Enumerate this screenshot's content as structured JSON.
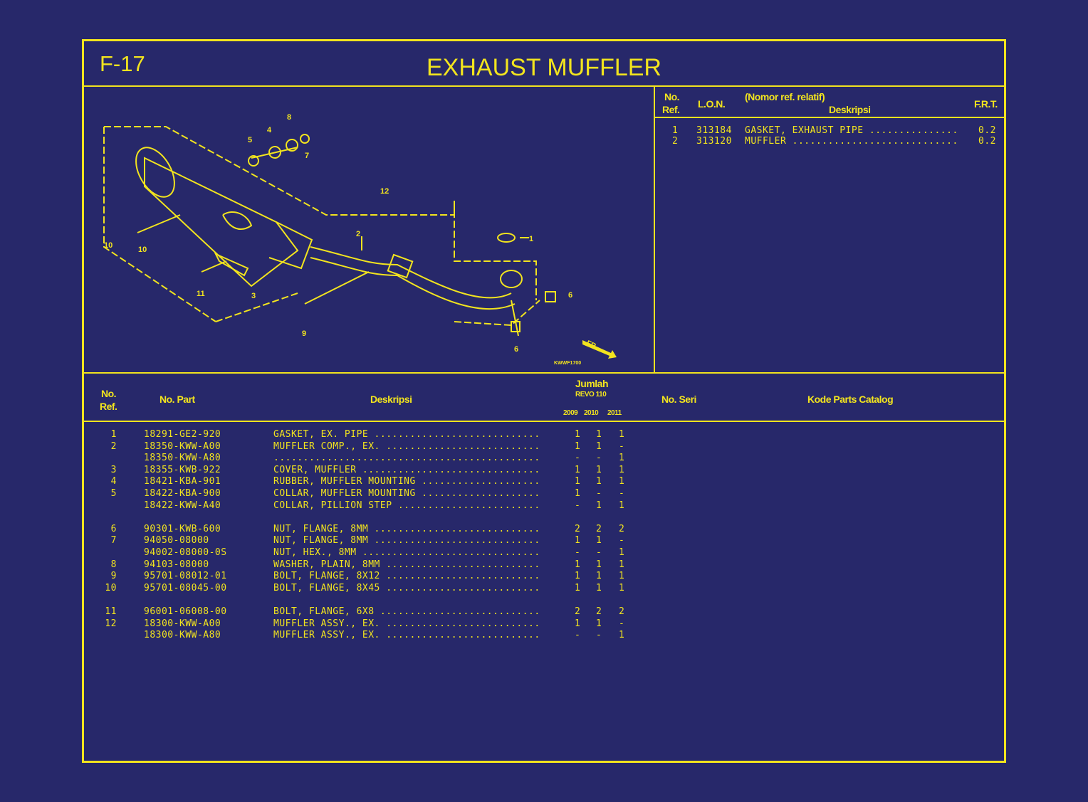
{
  "header": {
    "code": "F-17",
    "title": "EXHAUST MUFFLER"
  },
  "diagram": {
    "callouts": [
      "1",
      "2",
      "3",
      "4",
      "5",
      "6",
      "6",
      "7",
      "8",
      "9",
      "10",
      "11",
      "12"
    ],
    "direction_label": "FR.",
    "figure_code": "KWWF1700"
  },
  "lon_table": {
    "headers": {
      "ref_line1": "No.",
      "ref_line2": "Ref.",
      "lon": "L.O.N.",
      "note": "(Nomor ref. relatif)",
      "desc": "Deskripsi",
      "frt": "F.R.T."
    },
    "rows": [
      {
        "ref": "1",
        "lon": "313184",
        "desc": "GASKET, EXHAUST PIPE",
        "frt": "0.2"
      },
      {
        "ref": "2",
        "lon": "313120",
        "desc": "MUFFLER",
        "frt": "0.2"
      }
    ]
  },
  "parts_table": {
    "headers": {
      "ref_line1": "No.",
      "ref_line2": "Ref.",
      "part": "No. Part",
      "desc": "Deskripsi",
      "qty": "Jumlah",
      "model": "REVO 110",
      "years": [
        "2009",
        "2010",
        "2011"
      ],
      "serial": "No. Seri",
      "catalog": "Kode Parts Catalog"
    },
    "groups": [
      [
        {
          "ref": "1",
          "part": "18291-GE2-920",
          "desc": "GASKET, EX. PIPE",
          "qty": [
            "1",
            "1",
            "1"
          ]
        },
        {
          "ref": "2",
          "part": "18350-KWW-A00",
          "desc": "MUFFLER COMP., EX.",
          "qty": [
            "1",
            "1",
            "-"
          ]
        },
        {
          "ref": "",
          "part": "18350-KWW-A80",
          "desc": "",
          "qty": [
            "-",
            "-",
            "1"
          ]
        },
        {
          "ref": "3",
          "part": "18355-KWB-922",
          "desc": "COVER, MUFFLER",
          "qty": [
            "1",
            "1",
            "1"
          ]
        },
        {
          "ref": "4",
          "part": "18421-KBA-901",
          "desc": "RUBBER, MUFFLER MOUNTING",
          "qty": [
            "1",
            "1",
            "1"
          ]
        },
        {
          "ref": "5",
          "part": "18422-KBA-900",
          "desc": "COLLAR, MUFFLER MOUNTING",
          "qty": [
            "1",
            "-",
            "-"
          ]
        },
        {
          "ref": "",
          "part": "18422-KWW-A40",
          "desc": "COLLAR, PILLION STEP",
          "qty": [
            "-",
            "1",
            "1"
          ]
        }
      ],
      [
        {
          "ref": "6",
          "part": "90301-KWB-600",
          "desc": "NUT, FLANGE, 8MM",
          "qty": [
            "2",
            "2",
            "2"
          ]
        },
        {
          "ref": "7",
          "part": "94050-08000",
          "desc": "NUT, FLANGE, 8MM",
          "qty": [
            "1",
            "1",
            "-"
          ]
        },
        {
          "ref": "",
          "part": "94002-08000-0S",
          "desc": "NUT, HEX., 8MM",
          "qty": [
            "-",
            "-",
            "1"
          ]
        },
        {
          "ref": "8",
          "part": "94103-08000",
          "desc": "WASHER, PLAIN, 8MM",
          "qty": [
            "1",
            "1",
            "1"
          ]
        },
        {
          "ref": "9",
          "part": "95701-08012-01",
          "desc": "BOLT, FLANGE, 8X12",
          "qty": [
            "1",
            "1",
            "1"
          ]
        },
        {
          "ref": "10",
          "part": "95701-08045-00",
          "desc": "BOLT, FLANGE, 8X45",
          "qty": [
            "1",
            "1",
            "1"
          ]
        }
      ],
      [
        {
          "ref": "11",
          "part": "96001-06008-00",
          "desc": "BOLT, FLANGE, 6X8",
          "qty": [
            "2",
            "2",
            "2"
          ]
        },
        {
          "ref": "12",
          "part": "18300-KWW-A00",
          "desc": "MUFFLER ASSY., EX.",
          "qty": [
            "1",
            "1",
            "-"
          ]
        },
        {
          "ref": "",
          "part": "18300-KWW-A80",
          "desc": "MUFFLER ASSY., EX.",
          "qty": [
            "-",
            "-",
            "1"
          ]
        }
      ]
    ]
  },
  "colors": {
    "background": "#27286a",
    "ink": "#f2e41e"
  }
}
